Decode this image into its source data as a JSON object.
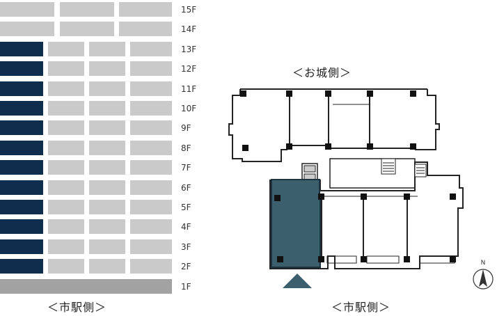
{
  "floor_labels": [
    "15F",
    "14F",
    "13F",
    "12F",
    "11F",
    "10F",
    "9F",
    "8F",
    "7F",
    "6F",
    "5F",
    "4F",
    "3F",
    "2F",
    "1F"
  ],
  "elevation_bottom_label": "＜市駅側＞",
  "plan_top_label": "＜お城側＞",
  "plan_bottom_label": "＜市駅側＞",
  "compass_label": "N",
  "colors": {
    "highlight": "#0f2d4d",
    "unit_highlight": "#3c5f6e",
    "unit_light": "#cacaca",
    "ground_floor": "#a2a2a2"
  }
}
